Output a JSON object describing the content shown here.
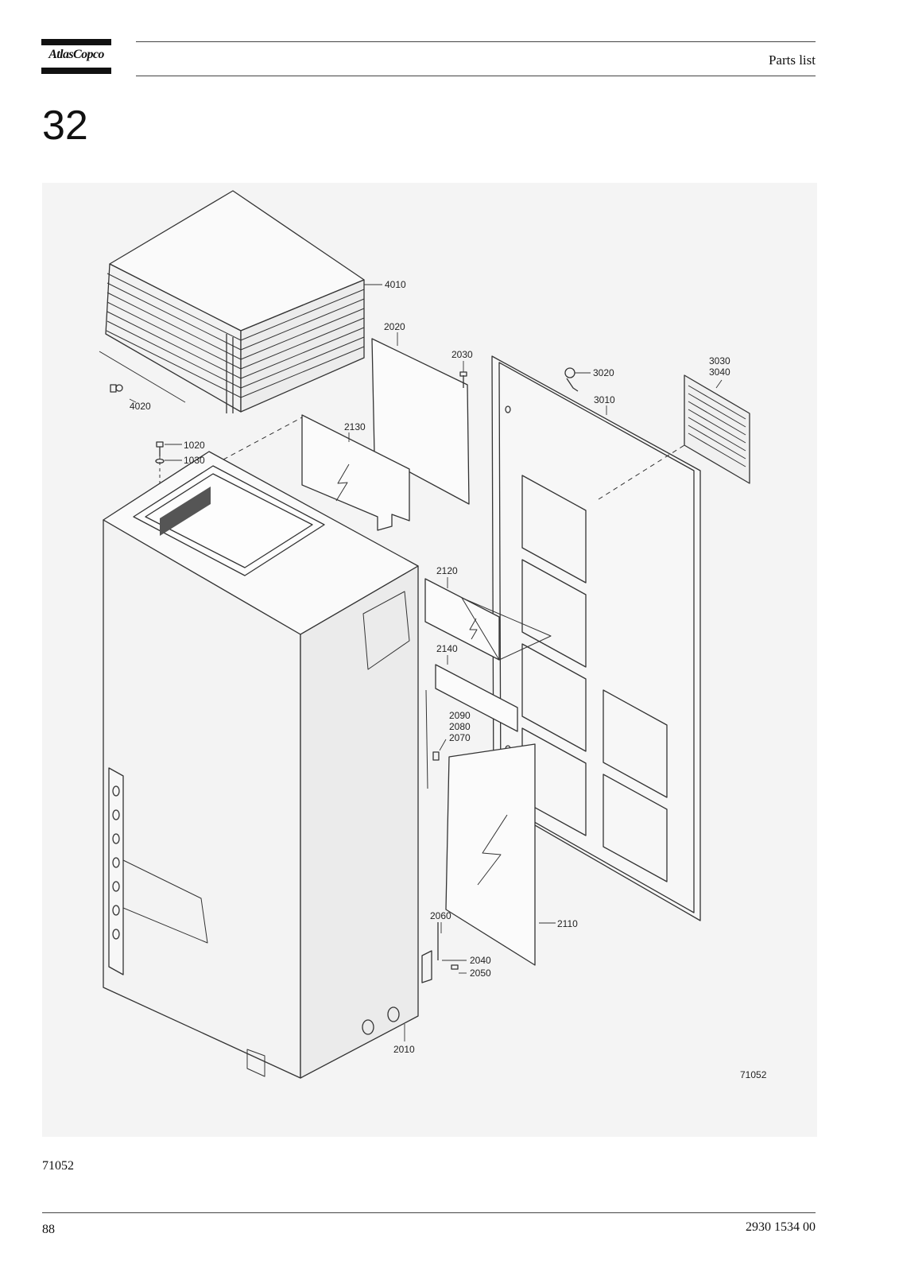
{
  "header": {
    "brand": "AtlasCopco",
    "doc_type": "Parts list"
  },
  "section": {
    "number": "32"
  },
  "figure": {
    "code": "71052",
    "callouts": {
      "c4010": "4010",
      "c2020": "2020",
      "c2030": "2030",
      "c3020": "3020",
      "c3030": "3030",
      "c3040": "3040",
      "c3010": "3010",
      "c4020": "4020",
      "c2130": "2130",
      "c1020": "1020",
      "c1030": "1030",
      "c2120": "2120",
      "c2140": "2140",
      "c2090": "2090",
      "c2080": "2080",
      "c2070": "2070",
      "c2060": "2060",
      "c2110": "2110",
      "c2040": "2040",
      "c2050": "2050",
      "c2010": "2010"
    }
  },
  "figure_code_below": "71052",
  "footer": {
    "page_number": "88",
    "doc_number": "2930 1534 00"
  }
}
